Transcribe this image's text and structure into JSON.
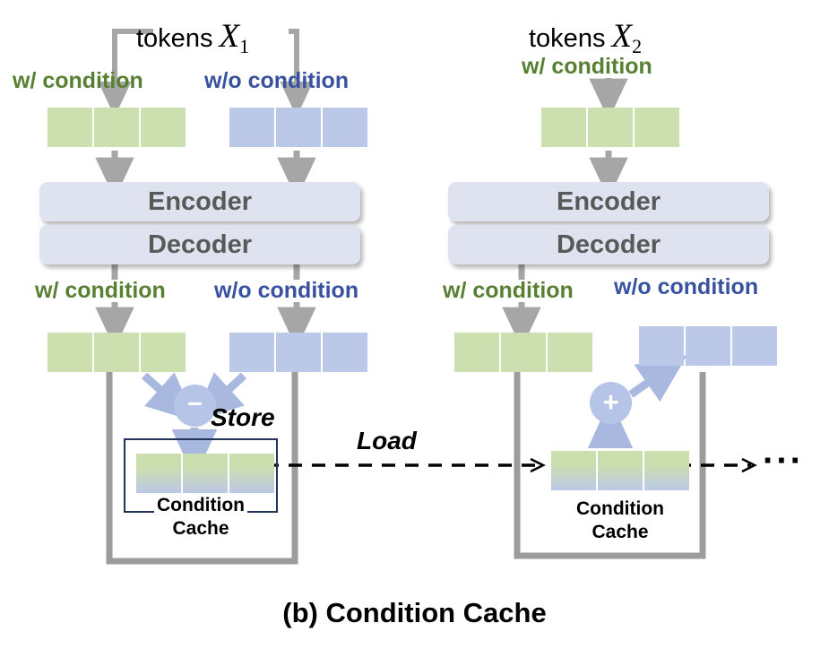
{
  "figure": {
    "caption": "(b) Condition Cache",
    "colors": {
      "green_fill": "#CCDFAE",
      "blue_fill": "#BCC8E8",
      "green_text": "#588032",
      "blue_text": "#39529F",
      "module_fill": "#DFE3F0",
      "module_text": "#595959",
      "arrow_gray": "#A6A6A6",
      "arrow_blue": "#A8B8DE",
      "cache_border": "#24335C",
      "bracket_gray": "#9C9C9C",
      "dash_black": "#000000"
    }
  },
  "left_stage": {
    "tokens_label": "tokens",
    "tokens_var": "X",
    "tokens_sub": "1",
    "input_with_condition": "w/ condition",
    "input_without_condition": "w/o condition",
    "encoder": "Encoder",
    "decoder": "Decoder",
    "output_with_condition": "w/ condition",
    "output_without_condition": "w/o condition",
    "operator": "minus-circle",
    "operator_glyph": "−",
    "operation_label": "Store",
    "cache_line1": "Condition",
    "cache_line2": "Cache",
    "input_green_cells": 3,
    "input_blue_cells": 3,
    "output_green_cells": 3,
    "output_blue_cells": 3,
    "cache_cells": 3
  },
  "transfer": {
    "label": "Load",
    "style": "dashed-arrow"
  },
  "right_stage": {
    "tokens_label": "tokens",
    "tokens_var": "X",
    "tokens_sub": "2",
    "input_with_condition": "w/ condition",
    "encoder": "Encoder",
    "decoder": "Decoder",
    "output_with_condition": "w/ condition",
    "output_without_condition": "w/o condition",
    "operator": "plus-circle",
    "operator_glyph": "+",
    "cache_line1": "Condition",
    "cache_line2": "Cache",
    "input_green_cells": 3,
    "output_green_cells": 3,
    "output_blue_cells": 3,
    "cache_cells": 3
  },
  "continuation": {
    "ellipsis": "···"
  }
}
